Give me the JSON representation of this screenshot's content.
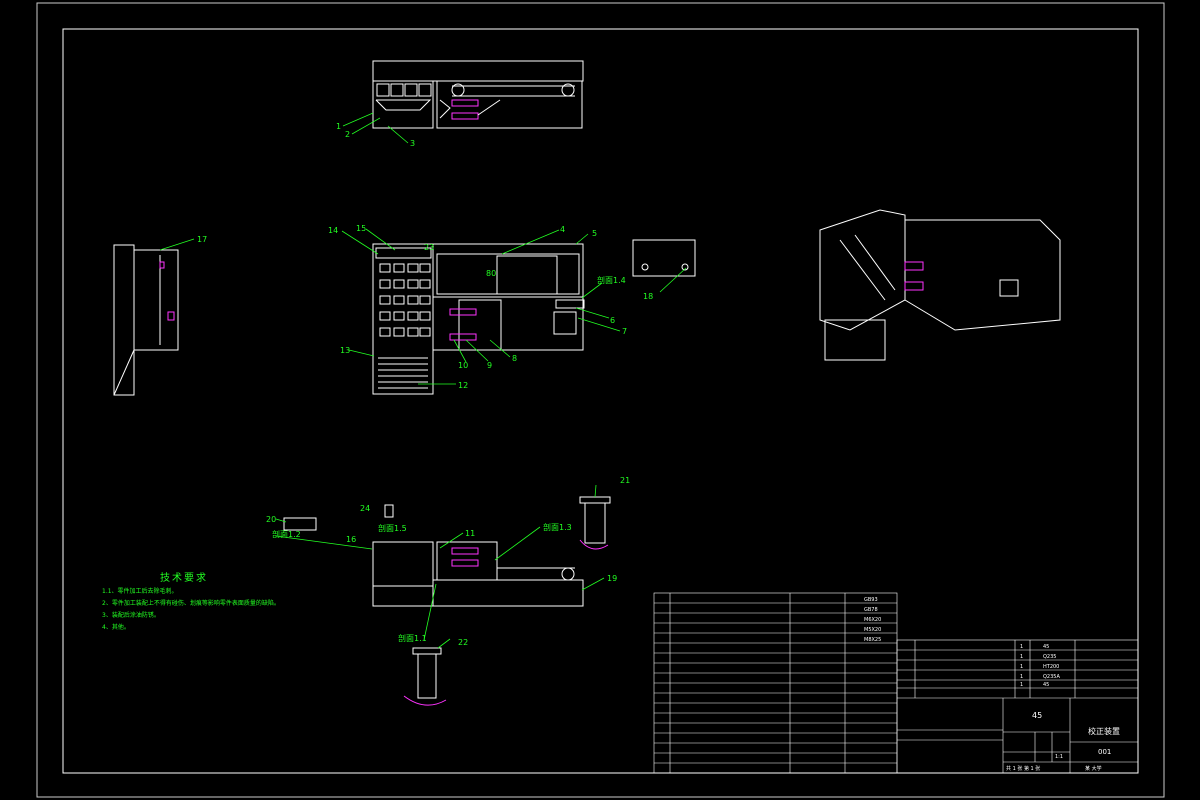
{
  "drawing": {
    "callouts": [
      "1",
      "2",
      "3",
      "4",
      "5",
      "6",
      "7",
      "8",
      "9",
      "10",
      "11",
      "12",
      "13",
      "14",
      "15",
      "16",
      "17",
      "18",
      "19",
      "20",
      "21",
      "22",
      "23",
      "24"
    ],
    "section_labels": {
      "a": "剖面1.4",
      "b": "剖面1.5",
      "c": "剖面1.2",
      "d": "剖面1.3",
      "e": "剖面1.1"
    },
    "scale_mark": "80"
  },
  "notes": {
    "title": "技术要求",
    "items": [
      "1.1、零件加工后去除毛刺。",
      "2、零件加工装配上不得有碰伤、划痕等影响零件表面质量的缺陷。",
      "3、装配后涂油防锈。",
      "4、其他。"
    ]
  },
  "title_block": {
    "name": "校正装置",
    "drawing_no": "001",
    "material": "45",
    "scale": "1:1",
    "sheet_text": "共 1 张  第 1 张",
    "company": "某 大学",
    "bom_codes": [
      "GB93",
      "GB78",
      "M6X20",
      "M5X20",
      "M8X25"
    ],
    "mat_codes": [
      "45",
      "Q235",
      "HT200",
      "Q235A",
      "45"
    ],
    "qty_codes": [
      "1",
      "1",
      "1",
      "1",
      "1"
    ]
  }
}
